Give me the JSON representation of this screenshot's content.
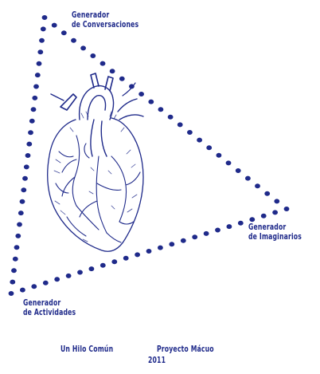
{
  "colors": {
    "ink": "#1f2a8a",
    "background": "#ffffff"
  },
  "labels": {
    "top": [
      "Generador",
      "de Conversaciones"
    ],
    "right": [
      "Generador",
      "de Imaginarios"
    ],
    "bottom": [
      "Generador",
      "de Actividades"
    ]
  },
  "footer": {
    "left": "Un Hilo Común",
    "right": "Proyecto Mácuo",
    "year": "2011"
  },
  "icons": {
    "center": "anatomical-heart-illustration",
    "frame": "dotted-triangle"
  }
}
